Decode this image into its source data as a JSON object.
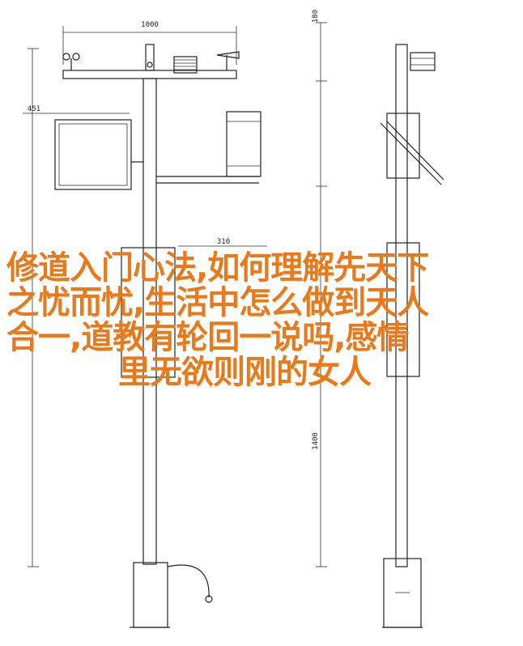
{
  "dimensions": {
    "top_width": "1000",
    "sign_height": "451",
    "box_width": "310",
    "side_top": "180",
    "side_mid": "1400"
  },
  "overlay": {
    "line1": "修道入门心法,如何理解先天下",
    "line2": "之忧而忧,生活中怎么做到天人",
    "line3": "合一,道教有轮回一说吗,感情",
    "line4": "里无欲则刚的女人"
  },
  "colors": {
    "overlay_text": "#e97a1b",
    "line": "#222222"
  }
}
